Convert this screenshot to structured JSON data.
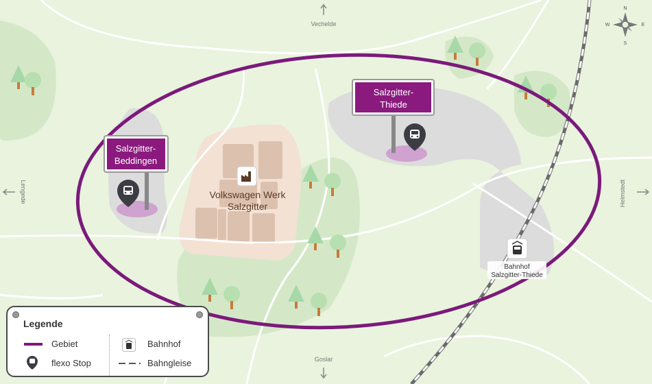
{
  "directions": {
    "north": "Vechelde",
    "south": "Goslar",
    "west": "Lengede",
    "east": "Helmstedt"
  },
  "compass": {
    "n": "N",
    "s": "S",
    "w": "W",
    "e": "E"
  },
  "places": [
    {
      "line1": "Salzgitter-",
      "line2": "Beddingen"
    },
    {
      "line1": "Salzgitter-",
      "line2": "Thiede"
    }
  ],
  "factory": {
    "line1": "Volkswagen  Werk",
    "line2": "Salzgitter"
  },
  "station": {
    "line1": "Bahnhof",
    "line2": "Salzgitter-Thiede"
  },
  "legend": {
    "title": "Legende",
    "items": {
      "area": "Gebiet",
      "stop": "flexo Stop",
      "station": "Bahnhof",
      "tracks": "Bahngleise"
    }
  },
  "colors": {
    "area": "#7b1a7b",
    "background": "#e9f3de",
    "sign": "#8a1a7e"
  }
}
